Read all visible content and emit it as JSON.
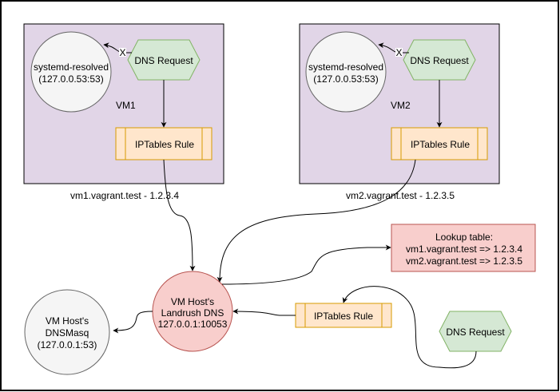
{
  "colors": {
    "vm_container": "#e1d5e7",
    "dns_request": "#d5e8d4",
    "dns_request_stroke": "#82b366",
    "iptables": "#ffe6cc",
    "iptables_stroke": "#d79b00",
    "landrush": "#f8cecc",
    "landrush_stroke": "#b85450",
    "neutral_circle": "#f5f5f5",
    "neutral_stroke": "#666666"
  },
  "vm1": {
    "label": "VM1",
    "resolver_line1": "systemd-resolved",
    "resolver_line2": "(127.0.0.53:53)",
    "dns_request": "DNS Request",
    "iptables": "IPTables Rule",
    "blocked_marker": "X",
    "caption": "vm1.vagrant.test - 1.2.3.4"
  },
  "vm2": {
    "label": "VM2",
    "resolver_line1": "systemd-resolved",
    "resolver_line2": "(127.0.0.53:53)",
    "dns_request": "DNS Request",
    "iptables": "IPTables Rule",
    "blocked_marker": "X",
    "caption": "vm2.vagrant.test - 1.2.3.5"
  },
  "host": {
    "landrush_line1": "VM Host's",
    "landrush_line2": "Landrush DNS",
    "landrush_line3": "127.0.0.1:10053",
    "dnsmasq_line1": "VM Host's",
    "dnsmasq_line2": "DNSMasq",
    "dnsmasq_line3": "(127.0.0.1:53)",
    "iptables": "IPTables Rule",
    "dns_request": "DNS Request"
  },
  "lookup_table": {
    "title": "Lookup table:",
    "rows": [
      "vm1.vagrant.test => 1.2.3.4",
      "vm2.vagrant.test => 1.2.3.5"
    ]
  }
}
